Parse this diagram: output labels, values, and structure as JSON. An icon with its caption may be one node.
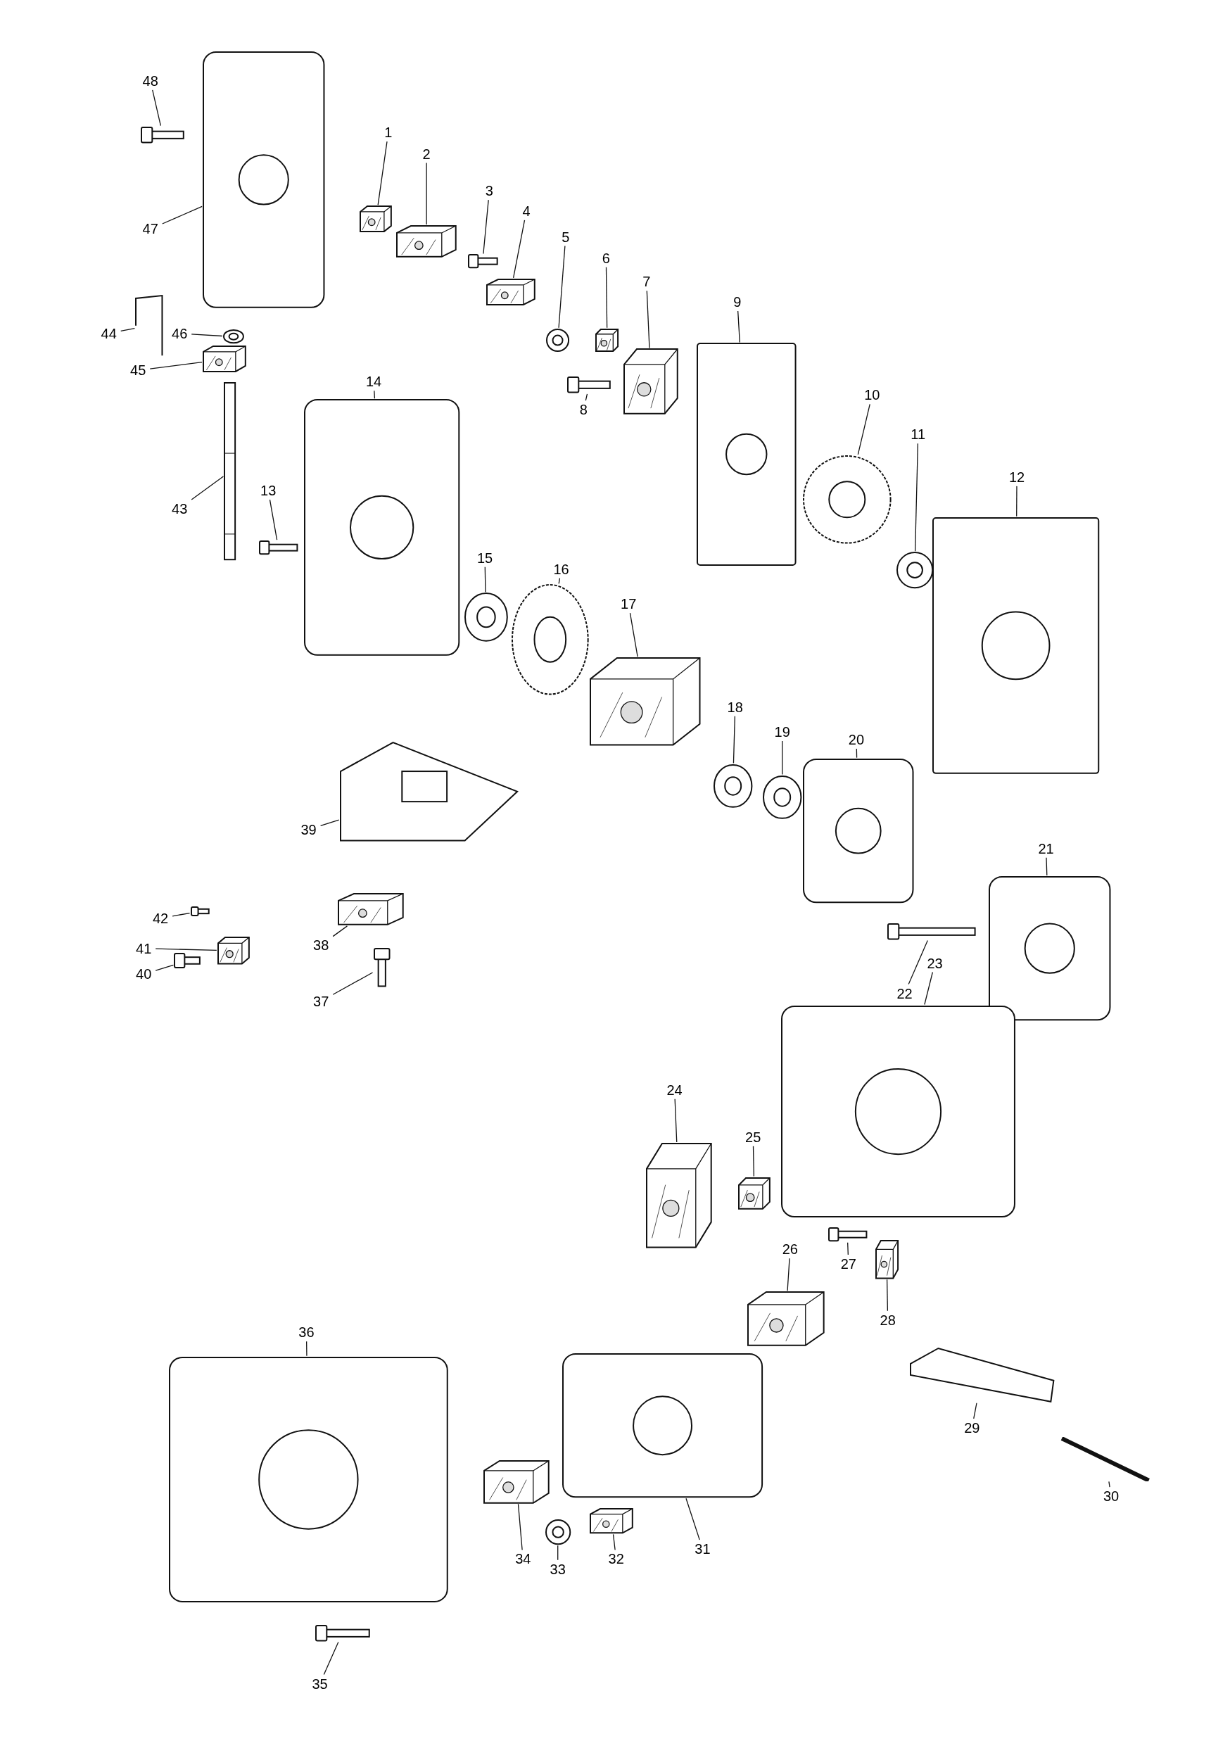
{
  "diagram": {
    "nodes": [
      {
        "text": [
          "1"
        ]
      },
      {
        "text": [],
        "shape": "picture"
      },
      {
        "text": [
          "2"
        ]
      },
      {
        "text": [],
        "shape": "picture"
      },
      {
        "text": [
          "3"
        ]
      },
      {
        "text": [],
        "shape": "picture"
      },
      {
        "text": [
          "4"
        ]
      },
      {
        "text": [],
        "shape": "picture"
      },
      {
        "text": [
          "5"
        ]
      },
      {
        "text": [],
        "shape": "picture"
      },
      {
        "text": [
          "6"
        ]
      },
      {
        "text": [],
        "shape": "picture"
      },
      {
        "text": [
          "7"
        ]
      },
      {
        "text": [],
        "shape": "picture"
      },
      {
        "text": [
          "8"
        ]
      },
      {
        "text": [],
        "shape": "picture"
      },
      {
        "text": [
          "9"
        ]
      },
      {
        "text": [],
        "shape": "picture"
      },
      {
        "text": [
          "10"
        ]
      },
      {
        "text": [],
        "shape": "picture"
      },
      {
        "text": [
          "11"
        ]
      },
      {
        "text": [],
        "shape": "picture"
      },
      {
        "text": [
          "12"
        ]
      },
      {
        "text": [],
        "shape": "picture"
      },
      {
        "text": [
          "13"
        ]
      },
      {
        "text": [],
        "shape": "picture"
      },
      {
        "text": [
          "14"
        ]
      },
      {
        "text": [],
        "shape": "picture"
      },
      {
        "text": [
          "15"
        ]
      },
      {
        "text": [],
        "shape": "picture"
      },
      {
        "text": [
          "16"
        ]
      },
      {
        "text": [],
        "shape": "picture"
      },
      {
        "text": [
          "17"
        ]
      },
      {
        "text": [],
        "shape": "picture"
      },
      {
        "text": [
          "18"
        ]
      },
      {
        "text": [],
        "shape": "picture"
      },
      {
        "text": [
          "19"
        ]
      },
      {
        "text": [],
        "shape": "picture"
      },
      {
        "text": [
          "20"
        ]
      },
      {
        "text": [],
        "shape": "picture"
      },
      {
        "text": [
          "21"
        ]
      },
      {
        "text": [],
        "shape": "picture"
      },
      {
        "text": [
          "22"
        ]
      },
      {
        "text": [],
        "shape": "picture"
      },
      {
        "text": [
          "23"
        ]
      },
      {
        "text": [],
        "shape": "picture"
      },
      {
        "text": [
          "24"
        ]
      },
      {
        "text": [],
        "shape": "picture"
      },
      {
        "text": [
          "25"
        ]
      },
      {
        "text": [],
        "shape": "picture"
      },
      {
        "text": [
          "26"
        ]
      },
      {
        "text": [],
        "shape": "picture"
      },
      {
        "text": [
          "27"
        ]
      },
      {
        "text": [],
        "shape": "picture"
      },
      {
        "text": [
          "28"
        ]
      },
      {
        "text": [],
        "shape": "picture"
      },
      {
        "text": [
          "29"
        ]
      },
      {
        "text": [],
        "shape": "picture"
      },
      {
        "text": [
          "30"
        ]
      },
      {
        "text": [],
        "shape": "picture"
      },
      {
        "text": [
          "31"
        ]
      },
      {
        "text": [],
        "shape": "picture"
      },
      {
        "text": [
          "32"
        ]
      },
      {
        "text": [],
        "shape": "picture"
      },
      {
        "text": [
          "33"
        ]
      },
      {
        "text": [],
        "shape": "picture"
      },
      {
        "text": [
          "34"
        ]
      },
      {
        "text": [],
        "shape": "picture"
      },
      {
        "text": [
          "35"
        ]
      },
      {
        "text": [],
        "shape": "picture"
      },
      {
        "text": [
          "36"
        ]
      },
      {
        "text": [],
        "shape": "picture"
      },
      {
        "text": [
          "37"
        ]
      },
      {
        "text": [],
        "shape": "picture"
      },
      {
        "text": [
          "38"
        ]
      },
      {
        "text": [],
        "shape": "picture"
      },
      {
        "text": [
          "39"
        ]
      },
      {
        "text": [],
        "shape": "picture"
      },
      {
        "text": [
          "40"
        ]
      },
      {
        "text": [],
        "shape": "picture"
      },
      {
        "text": [
          "41"
        ]
      },
      {
        "text": [],
        "shape": "picture"
      },
      {
        "text": [
          "42"
        ]
      },
      {
        "text": [],
        "shape": "picture"
      },
      {
        "text": [
          "43"
        ]
      },
      {
        "text": [],
        "shape": "picture"
      },
      {
        "text": [
          "44"
        ]
      },
      {
        "text": [],
        "shape": "picture"
      },
      {
        "text": [
          "45"
        ]
      },
      {
        "text": [],
        "shape": "picture"
      },
      {
        "text": [
          "46"
        ]
      },
      {
        "text": [],
        "shape": "picture"
      },
      {
        "text": [
          "47"
        ]
      },
      {
        "text": [],
        "shape": "picture"
      },
      {
        "text": [
          "48"
        ]
      },
      {
        "text": [],
        "shape": "picture"
      }
    ],
    "edges": [
      {
        "from": 0,
        "to": 1,
        "arrow": "none"
      },
      {
        "from": 2,
        "to": 3,
        "arrow": "none"
      },
      {
        "from": 4,
        "to": 5,
        "arrow": "none"
      },
      {
        "from": 6,
        "to": 7,
        "arrow": "none"
      },
      {
        "from": 8,
        "to": 9,
        "arrow": "none"
      },
      {
        "from": 10,
        "to": 11,
        "arrow": "none"
      },
      {
        "from": 12,
        "to": 13,
        "arrow": "none"
      },
      {
        "from": 14,
        "to": 15,
        "arrow": "none"
      },
      {
        "from": 16,
        "to": 17,
        "arrow": "none"
      },
      {
        "from": 18,
        "to": 19,
        "arrow": "none"
      },
      {
        "from": 20,
        "to": 21,
        "arrow": "none"
      },
      {
        "from": 22,
        "to": 23,
        "arrow": "none"
      },
      {
        "from": 24,
        "to": 25,
        "arrow": "none"
      },
      {
        "from": 26,
        "to": 27,
        "arrow": "none"
      },
      {
        "from": 28,
        "to": 29,
        "arrow": "none"
      },
      {
        "from": 30,
        "to": 31,
        "arrow": "none"
      },
      {
        "from": 32,
        "to": 33,
        "arrow": "none"
      },
      {
        "from": 34,
        "to": 35,
        "arrow": "none"
      },
      {
        "from": 36,
        "to": 37,
        "arrow": "none"
      },
      {
        "from": 38,
        "to": 39,
        "arrow": "none"
      },
      {
        "from": 40,
        "to": 41,
        "arrow": "none"
      },
      {
        "from": 42,
        "to": 43,
        "arrow": "none"
      },
      {
        "from": 44,
        "to": 45,
        "arrow": "none"
      },
      {
        "from": 46,
        "to": 47,
        "arrow": "none"
      },
      {
        "from": 48,
        "to": 49,
        "arrow": "none"
      },
      {
        "from": 50,
        "to": 51,
        "arrow": "none"
      },
      {
        "from": 52,
        "to": 53,
        "arrow": "none"
      },
      {
        "from": 54,
        "to": 55,
        "arrow": "none"
      },
      {
        "from": 56,
        "to": 57,
        "arrow": "none"
      },
      {
        "from": 58,
        "to": 59,
        "arrow": "none"
      },
      {
        "from": 60,
        "to": 61,
        "arrow": "none"
      },
      {
        "from": 62,
        "to": 63,
        "arrow": "none"
      },
      {
        "from": 64,
        "to": 65,
        "arrow": "none"
      },
      {
        "from": 66,
        "to": 67,
        "arrow": "none"
      },
      {
        "from": 68,
        "to": 69,
        "arrow": "none"
      },
      {
        "from": 70,
        "to": 71,
        "arrow": "none"
      },
      {
        "from": 72,
        "to": 73,
        "arrow": "none"
      },
      {
        "from": 74,
        "to": 75,
        "arrow": "none"
      },
      {
        "from": 76,
        "to": 77,
        "arrow": "none"
      },
      {
        "from": 78,
        "to": 79,
        "arrow": "none"
      },
      {
        "from": 80,
        "to": 81,
        "arrow": "none"
      },
      {
        "from": 82,
        "to": 83,
        "arrow": "none"
      },
      {
        "from": 84,
        "to": 85,
        "arrow": "none"
      },
      {
        "from": 86,
        "to": 87,
        "arrow": "none"
      },
      {
        "from": 88,
        "to": 89,
        "arrow": "none"
      },
      {
        "from": 90,
        "to": 91,
        "arrow": "none"
      },
      {
        "from": 92,
        "to": 93,
        "arrow": "none"
      },
      {
        "from": 94,
        "to": 95,
        "arrow": "none"
      }
    ]
  }
}
